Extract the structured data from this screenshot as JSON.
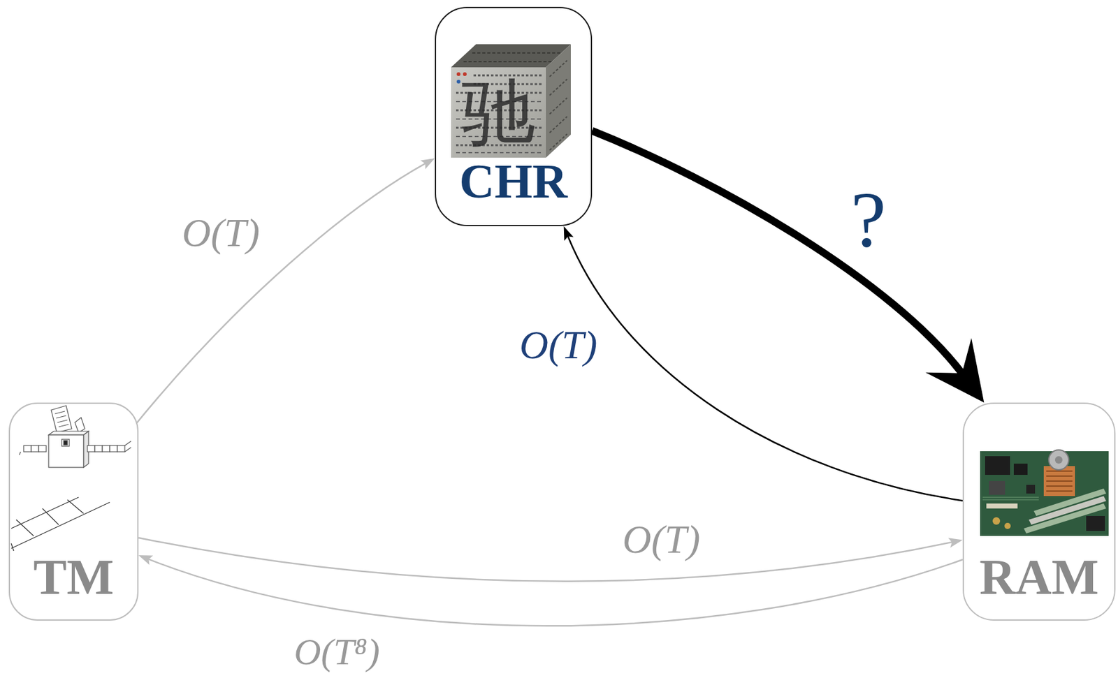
{
  "diagram": {
    "nodes": [
      {
        "text": [
          "CHR"
        ]
      },
      {
        "text": [
          "TM"
        ]
      },
      {
        "text": [
          "RAM"
        ]
      }
    ],
    "edges": [
      {
        "from": 1,
        "to": 0,
        "arrow": "to",
        "label": "O(T)"
      },
      {
        "from": 0,
        "to": 2,
        "arrow": "to",
        "label": "?"
      },
      {
        "from": 2,
        "to": 0,
        "arrow": "to",
        "label": "O(T)"
      },
      {
        "from": 1,
        "to": 2,
        "arrow": "to",
        "label": "O(T)"
      },
      {
        "from": 2,
        "to": 1,
        "arrow": "to",
        "label": "O(T⁸)"
      }
    ],
    "labels": [
      "驰"
    ]
  }
}
